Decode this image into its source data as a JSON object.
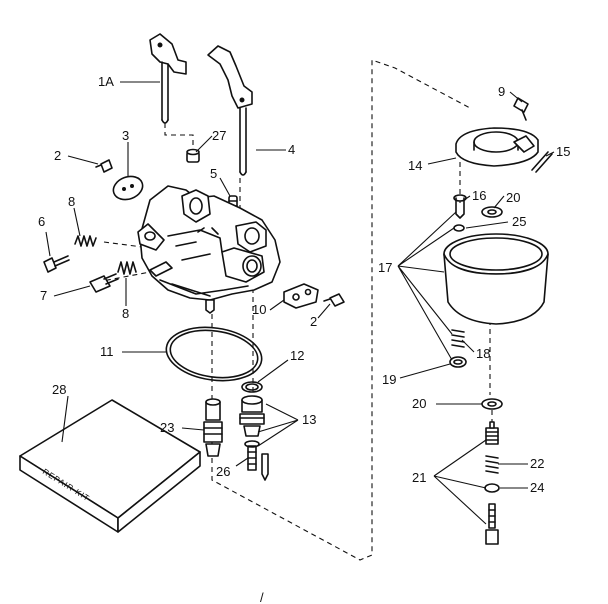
{
  "callouts": {
    "c1a": "1A",
    "c2a": "2",
    "c2b": "2",
    "c3": "3",
    "c4": "4",
    "c5": "5",
    "c6": "6",
    "c7": "7",
    "c8a": "8",
    "c8b": "8",
    "c9": "9",
    "c10": "10",
    "c11": "11",
    "c12": "12",
    "c13": "13",
    "c14": "14",
    "c15": "15",
    "c16": "16",
    "c17": "17",
    "c18": "18",
    "c19": "19",
    "c20a": "20",
    "c20b": "20",
    "c21": "21",
    "c22": "22",
    "c23": "23",
    "c24": "24",
    "c25": "25",
    "c26": "26",
    "c27": "27",
    "c28": "28"
  },
  "kit_label": "REPAIR KIT",
  "footer_mark": "/"
}
